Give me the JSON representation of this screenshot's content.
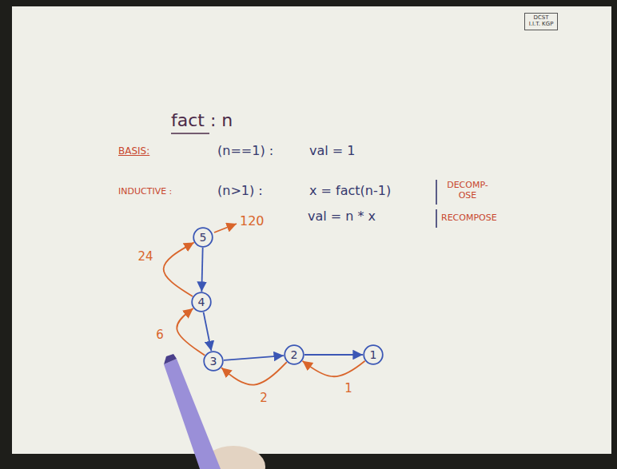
{
  "diagram": {
    "title": "fact : n",
    "nodes": [
      {
        "text": [
          "DCST I.I.T. KGP"
        ]
      },
      {
        "text": [
          "5"
        ]
      },
      {
        "text": [
          "4"
        ]
      },
      {
        "text": [
          "3"
        ]
      },
      {
        "text": [
          "2"
        ]
      },
      {
        "text": [
          "1"
        ]
      }
    ],
    "edges": [
      {
        "from": 1,
        "to": 2,
        "arrow": "to"
      },
      {
        "from": 2,
        "to": 3,
        "arrow": "to"
      },
      {
        "from": 3,
        "to": 4,
        "arrow": "to"
      },
      {
        "from": 4,
        "to": 5,
        "arrow": "to"
      },
      {
        "from": 5,
        "to": 4,
        "arrow": "to",
        "label": "1"
      },
      {
        "from": 4,
        "to": 3,
        "arrow": "to",
        "label": "2"
      },
      {
        "from": 3,
        "to": 2,
        "arrow": "to",
        "label": "6"
      },
      {
        "from": 2,
        "to": 1,
        "arrow": "to",
        "label": "24"
      }
    ],
    "labels": [
      "BASIS:",
      "(n==1) :",
      "val = 1",
      "INDUCTIVE :",
      "(n>1) :",
      "x = fact(n-1)",
      "DECOMP- OSE",
      "val = n * x",
      "RECOMPOSE",
      "120"
    ]
  }
}
